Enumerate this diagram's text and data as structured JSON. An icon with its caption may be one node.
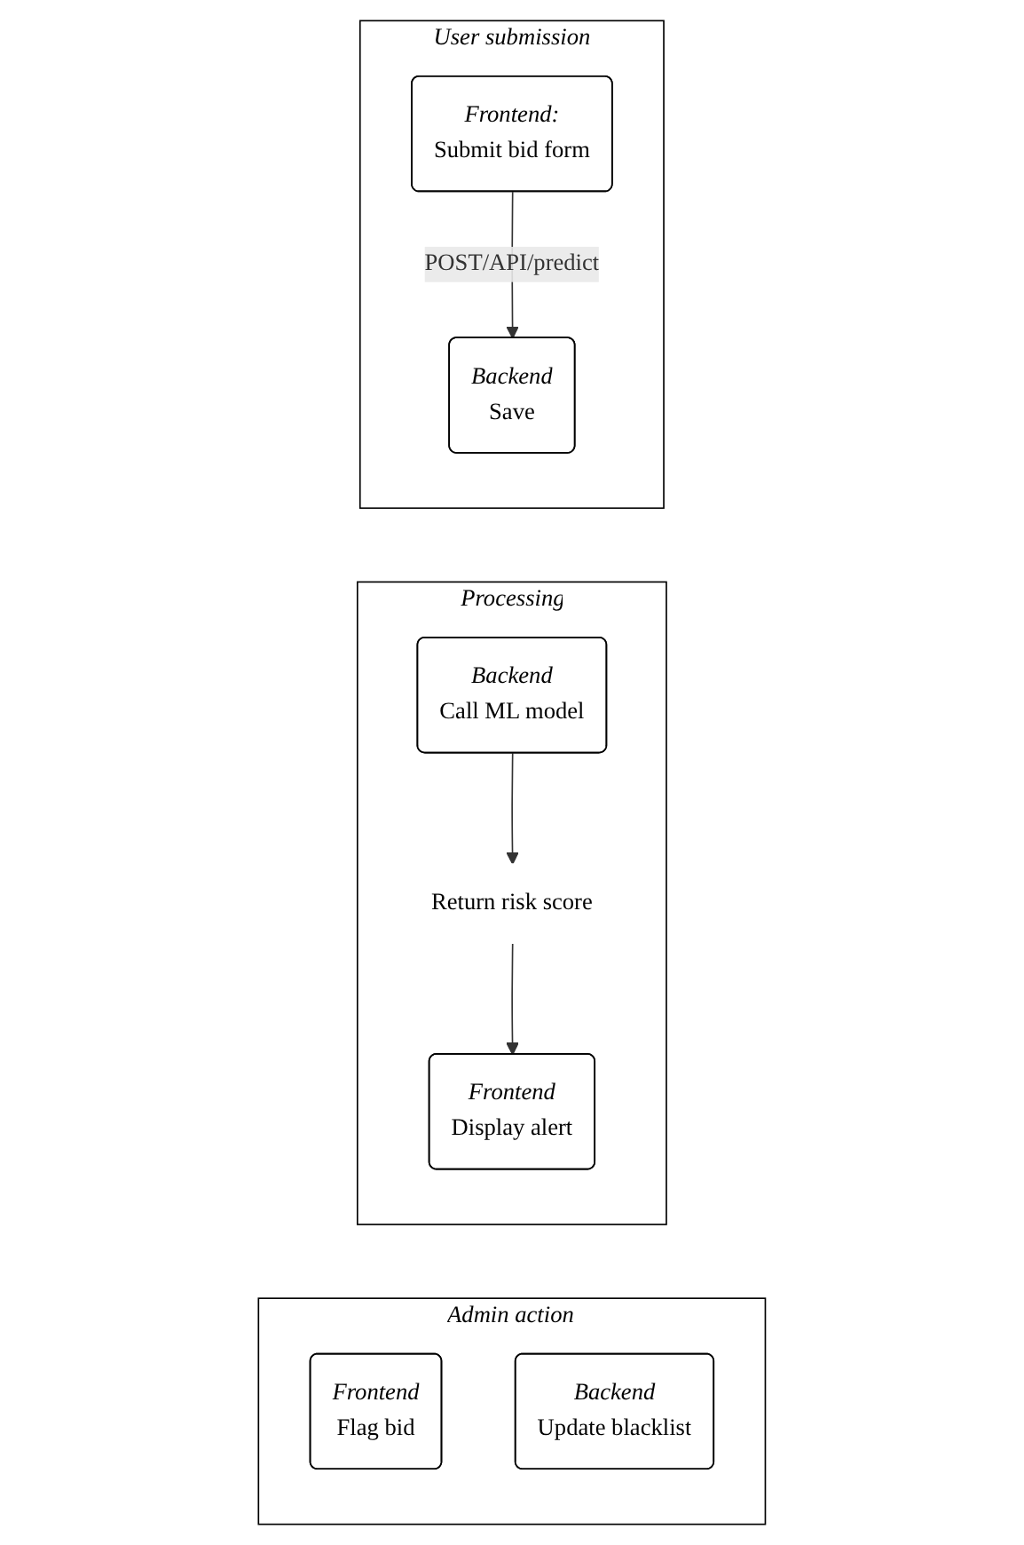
{
  "diagram": {
    "nodes": [
      {
        "text": [
          "User submission"
        ]
      },
      {
        "text": [
          "Frontend:",
          "Submit bid form"
        ],
        "in": 0
      },
      {
        "text": [
          "Backend",
          "Save"
        ],
        "in": 0
      },
      {
        "text": [
          "Processing"
        ]
      },
      {
        "text": [
          "Backend",
          "Call ML model"
        ],
        "in": 3
      },
      {
        "text": [
          "Return risk score"
        ],
        "in": 3
      },
      {
        "text": [
          "Frontend",
          "Display alert"
        ],
        "in": 3
      },
      {
        "text": [
          "Admin action"
        ]
      },
      {
        "text": [
          "Frontend",
          "Flag bid"
        ],
        "in": 7
      },
      {
        "text": [
          "Backend",
          "Update blacklist"
        ],
        "in": 7
      }
    ],
    "edges": [
      {
        "from": 1,
        "to": 2,
        "arrow": "to",
        "label": "POST/API/predict"
      },
      {
        "from": 4,
        "to": 5,
        "arrow": "to"
      },
      {
        "from": 5,
        "to": 6,
        "arrow": "to"
      }
    ]
  }
}
